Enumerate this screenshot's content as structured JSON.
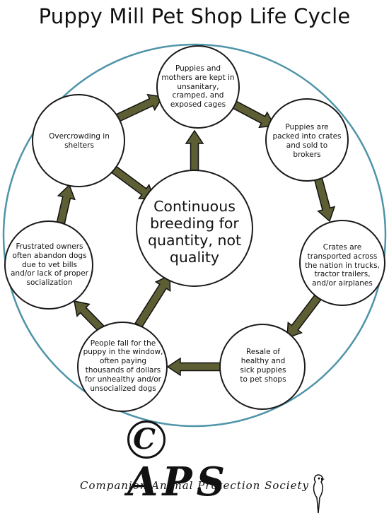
{
  "title": "Puppy Mill Pet Shop Life Cycle",
  "center": "Continuous breeding for quantity, not quality",
  "nodes": [
    "Puppies and mothers are kept in unsanitary, cramped, and exposed cages",
    "Puppies are packed into crates and sold to brokers",
    "Crates are transported across the nation in trucks, tractor trailers, and/or airplanes",
    "Resale of healthy and sick puppies to pet shops",
    "People fall for the puppy in the window, often paying thousands of dollars for unhealthy and/or unsocialized dogs",
    "Frustrated owners often abandon dogs due to vet bills and/or lack of proper socialization",
    "Overcrowding in shelters"
  ],
  "logo": {
    "letters": "CAPS",
    "org_name": "Companion Animal Protection Society"
  },
  "colors": {
    "ring": "#4f94a8",
    "arrow_fill": "#5d5e33",
    "circle_stroke": "#1a1a1a"
  }
}
